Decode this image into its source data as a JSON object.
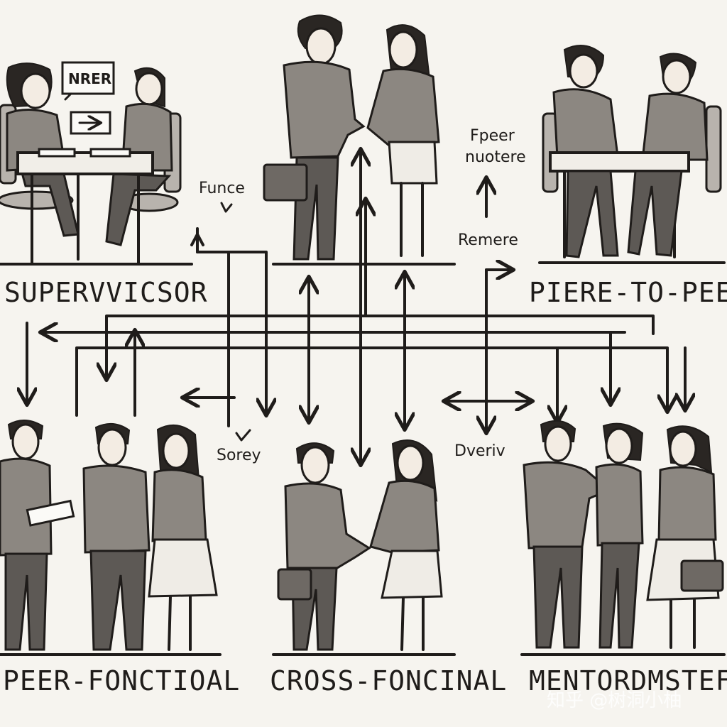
{
  "labels": {
    "supervisor": "SUPERVVICSOR",
    "peer_to_peer": "PIERE-TO-PEEE",
    "peer_functional": "PEER-FONCTIOAL",
    "cross_functional": "CROSS-FONCINAL",
    "mentor": "MENTORDMSTEF"
  },
  "notes": {
    "nrer": "NRER",
    "funce": "Funce",
    "fpeer_1": "Fpeer",
    "fpeer_2": "nuotere",
    "remere": "Remere",
    "sorey": "Sorey",
    "dveriv": "Dveriv"
  },
  "watermark": "知乎 @树洞小柚",
  "colors": {
    "ink": "#1f1c1a",
    "paper": "#f6f4ef",
    "suit": "#8c8781"
  }
}
